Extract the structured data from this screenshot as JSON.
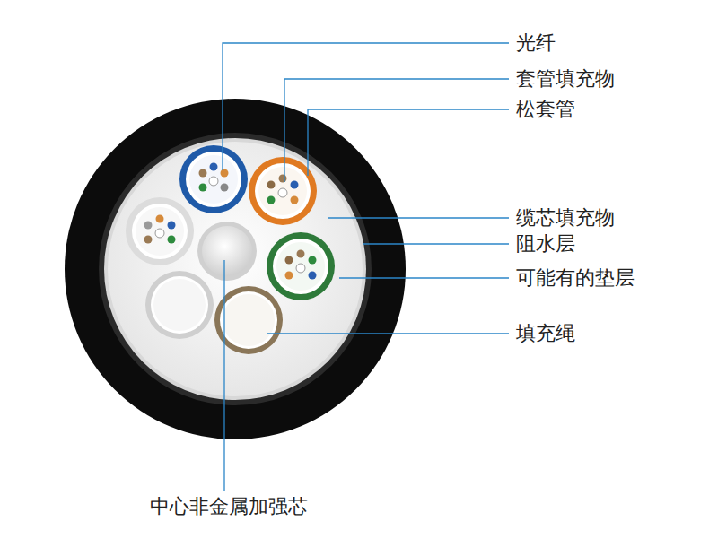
{
  "diagram": {
    "labels": [
      "光纤",
      "套管填充物",
      "松套管",
      "缆芯填充物",
      "阻水层",
      "可能有的垫层",
      "填充绳",
      "中心非金属加强芯"
    ]
  }
}
